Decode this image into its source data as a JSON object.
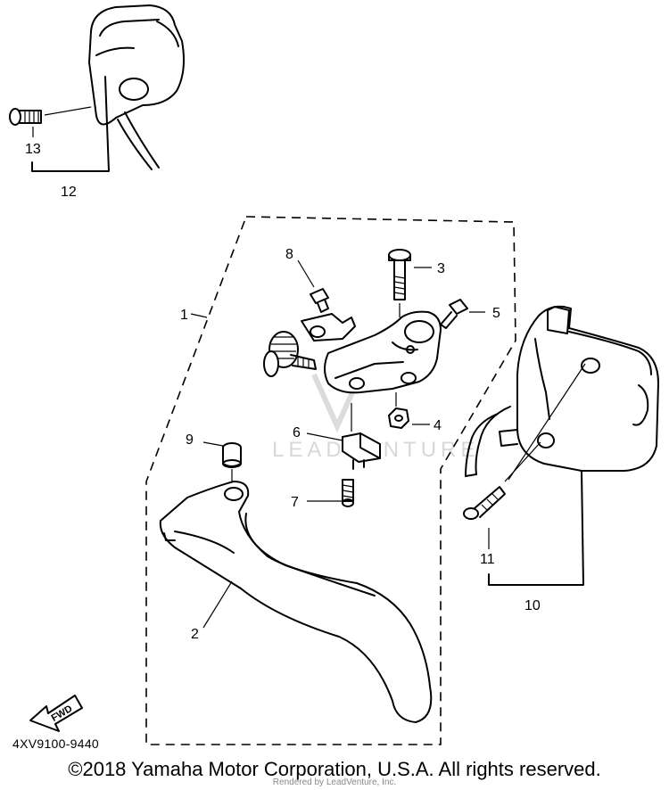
{
  "callouts": {
    "p1": "1",
    "p2": "2",
    "p3": "3",
    "p4": "4",
    "p5": "5",
    "p6": "6",
    "p7": "7",
    "p8": "8",
    "p9": "9",
    "p10": "10",
    "p11": "11",
    "p12": "12",
    "p13": "13"
  },
  "fwd_label": "FWD",
  "watermark": "LEADVENTURE",
  "drawing_code": "4XV9100-9440",
  "copyright": "©2018 Yamaha Motor Corporation, U.S.A. All rights reserved.",
  "rendered_by": "Rendered by LeadVenture, Inc."
}
